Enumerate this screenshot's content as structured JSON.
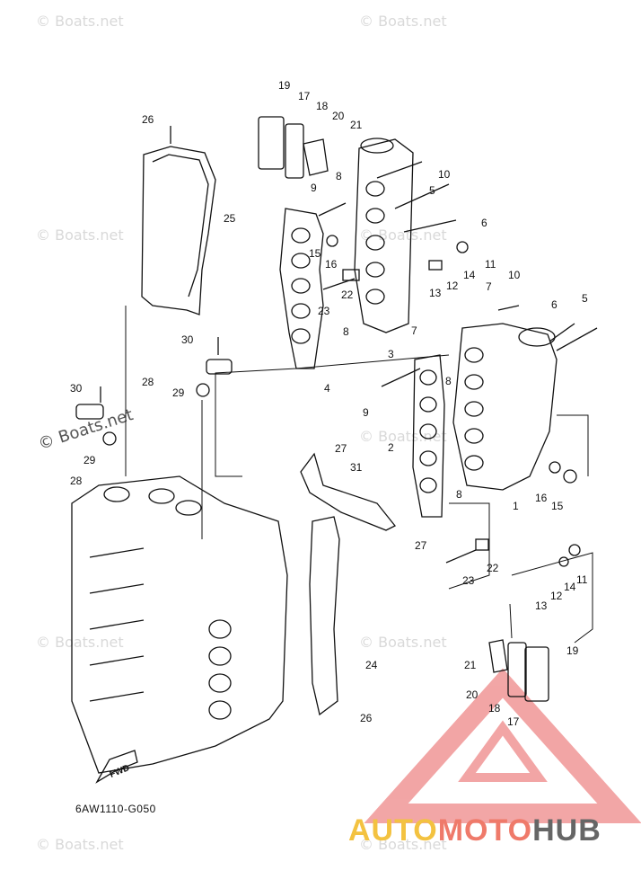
{
  "watermark": "© Boats.net",
  "drawing_code": "6AW1110-G050",
  "fwd_label": "FWD",
  "brand": {
    "part1": "AUTO",
    "part2": "MOTO",
    "part3": "HUB"
  },
  "callouts": [
    {
      "id": "c1",
      "label": "19"
    },
    {
      "id": "c2",
      "label": "17"
    },
    {
      "id": "c3",
      "label": "18"
    },
    {
      "id": "c4",
      "label": "20"
    },
    {
      "id": "c5",
      "label": "21"
    },
    {
      "id": "c6",
      "label": "26"
    },
    {
      "id": "c7",
      "label": "10"
    },
    {
      "id": "c8",
      "label": "8"
    },
    {
      "id": "c9",
      "label": "9"
    },
    {
      "id": "c10",
      "label": "5"
    },
    {
      "id": "c11",
      "label": "6"
    },
    {
      "id": "c12",
      "label": "25"
    },
    {
      "id": "c13",
      "label": "15"
    },
    {
      "id": "c14",
      "label": "16"
    },
    {
      "id": "c15",
      "label": "14"
    },
    {
      "id": "c16",
      "label": "11"
    },
    {
      "id": "c17",
      "label": "13"
    },
    {
      "id": "c18",
      "label": "12"
    },
    {
      "id": "c19",
      "label": "22"
    },
    {
      "id": "c20",
      "label": "23"
    },
    {
      "id": "c21",
      "label": "10"
    },
    {
      "id": "c22",
      "label": "7"
    },
    {
      "id": "c23",
      "label": "8"
    },
    {
      "id": "c24",
      "label": "7"
    },
    {
      "id": "c25",
      "label": "6"
    },
    {
      "id": "c26",
      "label": "5"
    },
    {
      "id": "c27",
      "label": "3"
    },
    {
      "id": "c28",
      "label": "30"
    },
    {
      "id": "c29",
      "label": "28"
    },
    {
      "id": "c30",
      "label": "29"
    },
    {
      "id": "c31",
      "label": "4"
    },
    {
      "id": "c32",
      "label": "8"
    },
    {
      "id": "c33",
      "label": "30"
    },
    {
      "id": "c34",
      "label": "9"
    },
    {
      "id": "c35",
      "label": "27"
    },
    {
      "id": "c36",
      "label": "2"
    },
    {
      "id": "c37",
      "label": "29"
    },
    {
      "id": "c38",
      "label": "28"
    },
    {
      "id": "c39",
      "label": "31"
    },
    {
      "id": "c40",
      "label": "8"
    },
    {
      "id": "c41",
      "label": "1"
    },
    {
      "id": "c42",
      "label": "16"
    },
    {
      "id": "c43",
      "label": "15"
    },
    {
      "id": "c44",
      "label": "27"
    },
    {
      "id": "c45",
      "label": "22"
    },
    {
      "id": "c46",
      "label": "23"
    },
    {
      "id": "c47",
      "label": "11"
    },
    {
      "id": "c48",
      "label": "14"
    },
    {
      "id": "c49",
      "label": "12"
    },
    {
      "id": "c50",
      "label": "13"
    },
    {
      "id": "c51",
      "label": "24"
    },
    {
      "id": "c52",
      "label": "19"
    },
    {
      "id": "c53",
      "label": "21"
    },
    {
      "id": "c54",
      "label": "20"
    },
    {
      "id": "c55",
      "label": "18"
    },
    {
      "id": "c56",
      "label": "17"
    },
    {
      "id": "c57",
      "label": "26"
    }
  ]
}
